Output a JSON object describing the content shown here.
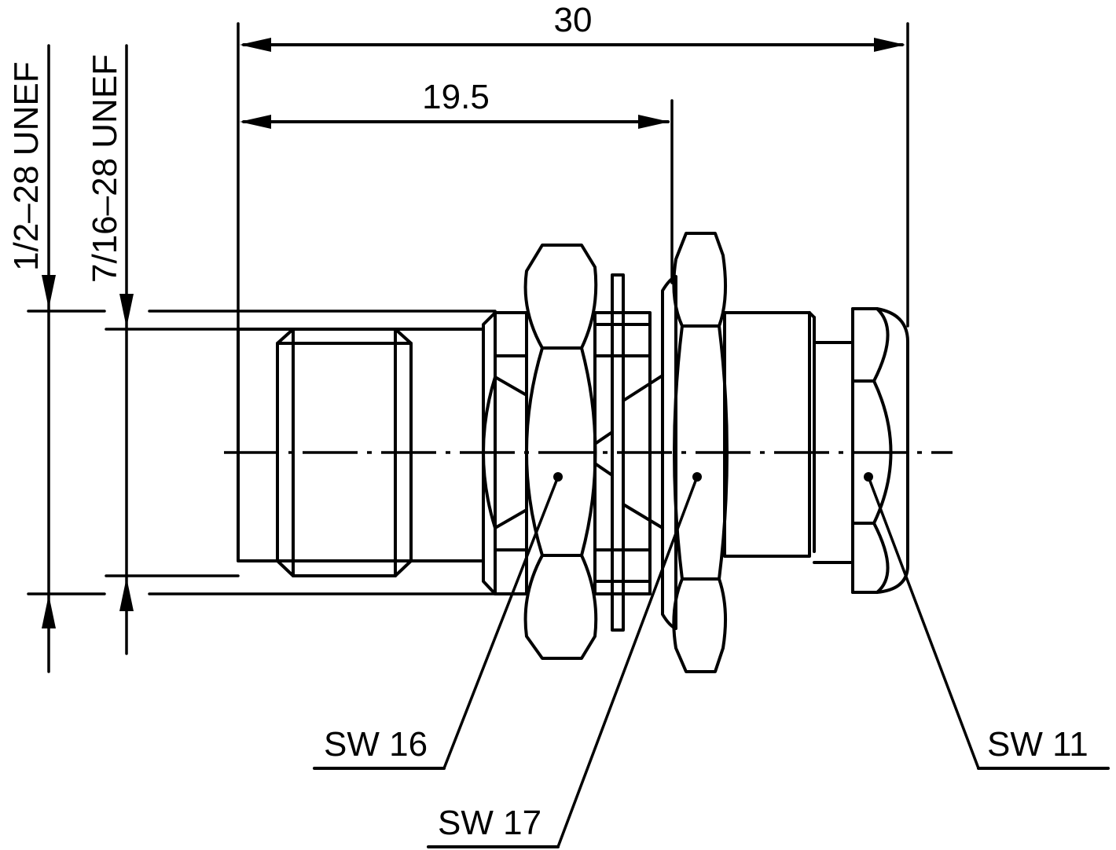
{
  "drawing": {
    "type": "technical-drawing",
    "subject": "bulkhead coaxial connector side view",
    "dimensions": {
      "overall_length": "30",
      "flange_length": "19.5"
    },
    "threads": {
      "outer_thread": "1/2–28 UNEF",
      "inner_thread": "7/16–28 UNEF"
    },
    "wrench_sizes": [
      {
        "label": "SW 16"
      },
      {
        "label": "SW 17"
      },
      {
        "label": "SW 11"
      }
    ],
    "colors": {
      "line": "#000000",
      "background": "#ffffff"
    }
  }
}
